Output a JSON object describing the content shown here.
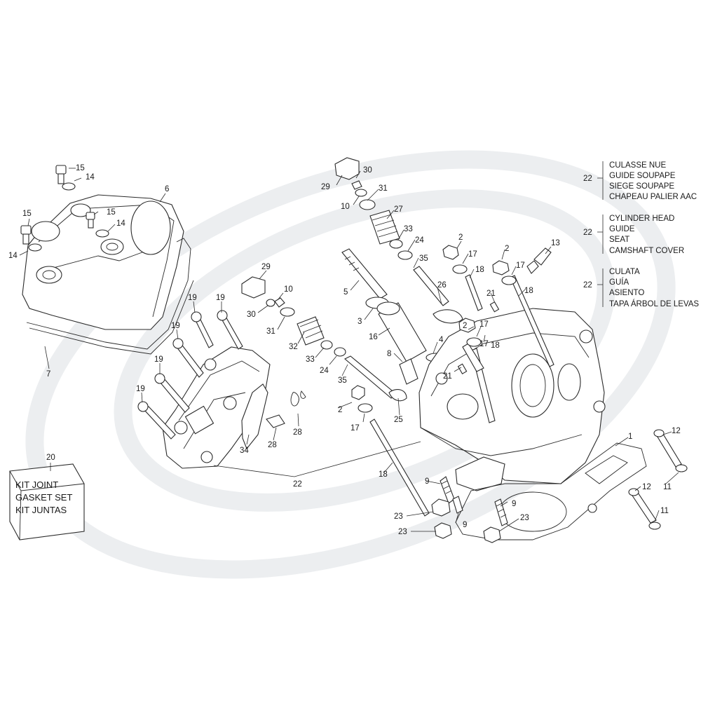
{
  "legend": [
    {
      "ref": "22",
      "lines": [
        "CULASSE NUE",
        "GUIDE SOUPAPE",
        "SIEGE SOUPAPE",
        "CHAPEAU PALIER AAC"
      ]
    },
    {
      "ref": "22",
      "lines": [
        "CYLINDER HEAD",
        "GUIDE",
        "SEAT",
        "CAMSHAFT COVER"
      ]
    },
    {
      "ref": "22",
      "lines": [
        "CULATA",
        "GUÍA",
        "ASIENTO",
        "TAPA ÁRBOL DE LEVAS"
      ]
    }
  ],
  "kit": {
    "ref": "20",
    "lines": [
      "KIT JOINT",
      "GASKET SET",
      "KIT JUNTAS"
    ]
  },
  "callouts": {
    "c15a": "15",
    "c14a": "14",
    "c6": "6",
    "c15b": "15",
    "c15c": "15",
    "c14b": "14",
    "c14c": "14",
    "c7": "7",
    "c19a": "19",
    "c19b": "19",
    "c19c": "19",
    "c19d": "19",
    "c19e": "19",
    "c29a": "29",
    "c10a": "10",
    "c30a": "30",
    "c31a": "31",
    "c32": "32",
    "c33a": "33",
    "c24a": "24",
    "c35a": "35",
    "c28a": "28",
    "c28b": "28",
    "c34": "34",
    "c22": "22",
    "c20": "20",
    "c30b": "30",
    "c29b": "29",
    "c31b": "31",
    "c10b": "10",
    "c27": "27",
    "c33b": "33",
    "c24b": "24",
    "c35b": "35",
    "c5": "5",
    "c3": "3",
    "c26": "26",
    "c16": "16",
    "c8": "8",
    "c4": "4",
    "c25": "25",
    "c2a": "2",
    "c2b": "2",
    "c2c": "2",
    "c2d": "2",
    "c17a": "17",
    "c17b": "17",
    "c17c": "17",
    "c17d": "17",
    "c13": "13",
    "c18a": "18",
    "c18b": "18",
    "c18c": "18",
    "c18d": "18",
    "c21a": "21",
    "c21b": "21",
    "c1": "1",
    "c12a": "12",
    "c12b": "12",
    "c11a": "11",
    "c11b": "11",
    "c9a": "9",
    "c9b": "9",
    "c9c": "9",
    "c23a": "23",
    "c23b": "23",
    "c23c": "23"
  }
}
